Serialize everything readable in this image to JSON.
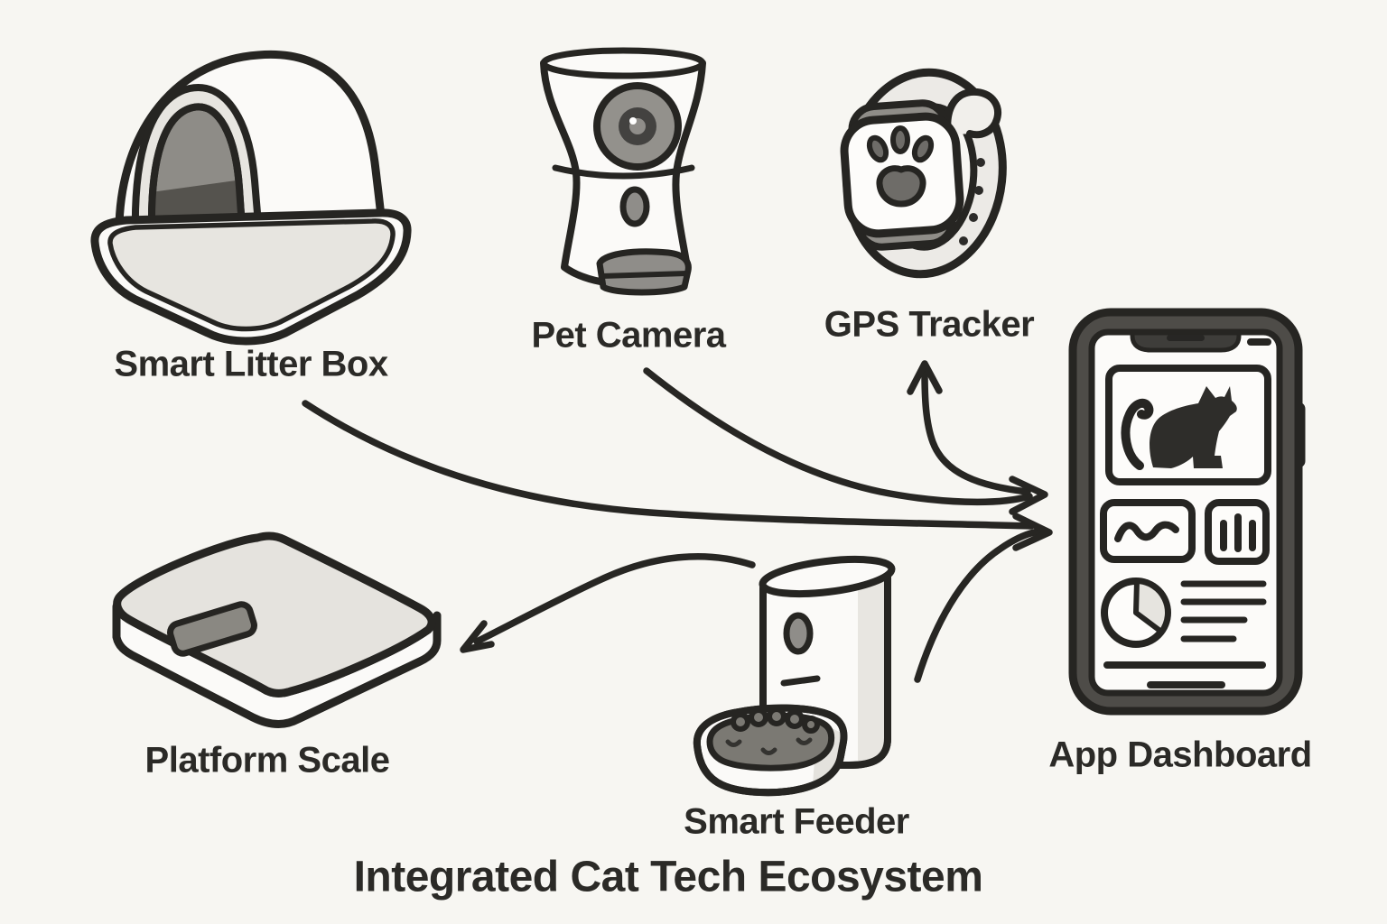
{
  "title": "Integrated Cat Tech Ecosystem",
  "nodes": {
    "litter_box": {
      "label": "Smart Litter Box"
    },
    "pet_camera": {
      "label": "Pet Camera"
    },
    "gps_tracker": {
      "label": "GPS Tracker"
    },
    "platform_scale": {
      "label": "Platform Scale"
    },
    "smart_feeder": {
      "label": "Smart Feeder"
    },
    "app_dashboard": {
      "label": "App Dashboard"
    }
  },
  "edges": [
    {
      "from": "Smart Litter Box",
      "to": "App Dashboard",
      "style": "curved-arrow-right"
    },
    {
      "from": "Pet Camera",
      "to": "App Dashboard",
      "style": "curved-arrow-right"
    },
    {
      "from": "App Dashboard",
      "to": "GPS Tracker",
      "style": "curved-arrow-up"
    },
    {
      "from": "Smart Feeder",
      "to": "App Dashboard",
      "style": "curved-arrow-right"
    },
    {
      "from": "App Dashboard",
      "to": "Platform Scale",
      "style": "curved-arrow-down-left"
    }
  ],
  "icons": {
    "dashboard_screen": [
      "cat-photo-card",
      "line-chart-card",
      "bar-chart-card",
      "pie-chart",
      "text-lines"
    ],
    "gps_tracker_face": "paw-print-icon"
  },
  "colors": {
    "background": "#f7f6f2",
    "ink": "#262522",
    "white_fill": "#fbfaf8",
    "light_gray": "#e7e5e0",
    "mid_gray": "#8f8d88",
    "dark_gray": "#55534f",
    "phone_frame": "#4e4c48"
  }
}
